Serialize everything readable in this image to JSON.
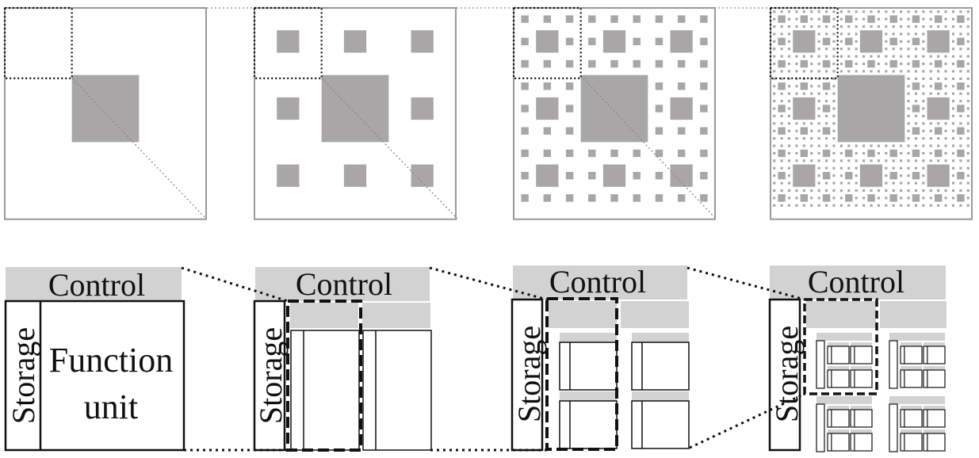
{
  "colors": {
    "fill_gray": "#a8a6a7",
    "control_gray": "#d2d2d2",
    "outline": "#111111",
    "frame_gray": "#9a9a9a",
    "bg": "#ffffff"
  },
  "top_row": {
    "fractal": "Sierpinski carpet",
    "levels": [
      1,
      2,
      3,
      4
    ]
  },
  "bottom_row": {
    "panels": [
      {
        "control": "Control",
        "storage": "Storage",
        "function_unit": [
          "Function",
          "unit"
        ]
      },
      {
        "control": "Control",
        "storage": "Storage"
      },
      {
        "control": "Control",
        "storage": "Storage"
      },
      {
        "control": "Control",
        "storage": "Storage"
      }
    ]
  }
}
